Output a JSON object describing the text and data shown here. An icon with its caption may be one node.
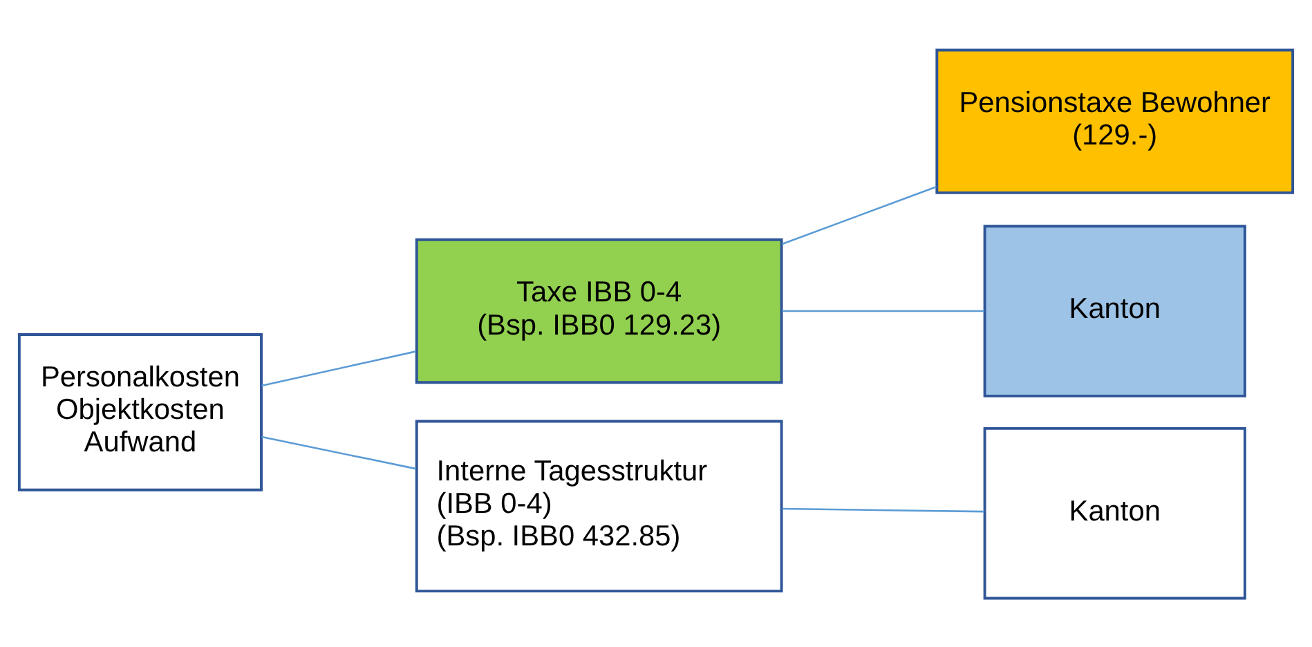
{
  "diagram": {
    "nodes": [
      {
        "text": [
          "Personalkosten",
          "Objektkosten",
          "Aufwand"
        ]
      },
      {
        "text": [
          "Taxe IBB 0-4",
          "(Bsp. IBB0 129.23)"
        ]
      },
      {
        "text": [
          "Pensionstaxe Bewohner",
          "(129.-)"
        ]
      },
      {
        "text": [
          "Kanton"
        ]
      },
      {
        "text": [
          "Interne Tagesstruktur",
          "(IBB 0-4)",
          "(Bsp. IBB0 432.85)"
        ]
      },
      {
        "text": [
          "Kanton"
        ]
      }
    ],
    "edges": [
      {
        "from": 0,
        "to": 1,
        "arrow": "none"
      },
      {
        "from": 0,
        "to": 4,
        "arrow": "none"
      },
      {
        "from": 1,
        "to": 2,
        "arrow": "none"
      },
      {
        "from": 1,
        "to": 3,
        "arrow": "none"
      },
      {
        "from": 4,
        "to": 5,
        "arrow": "none"
      }
    ]
  }
}
